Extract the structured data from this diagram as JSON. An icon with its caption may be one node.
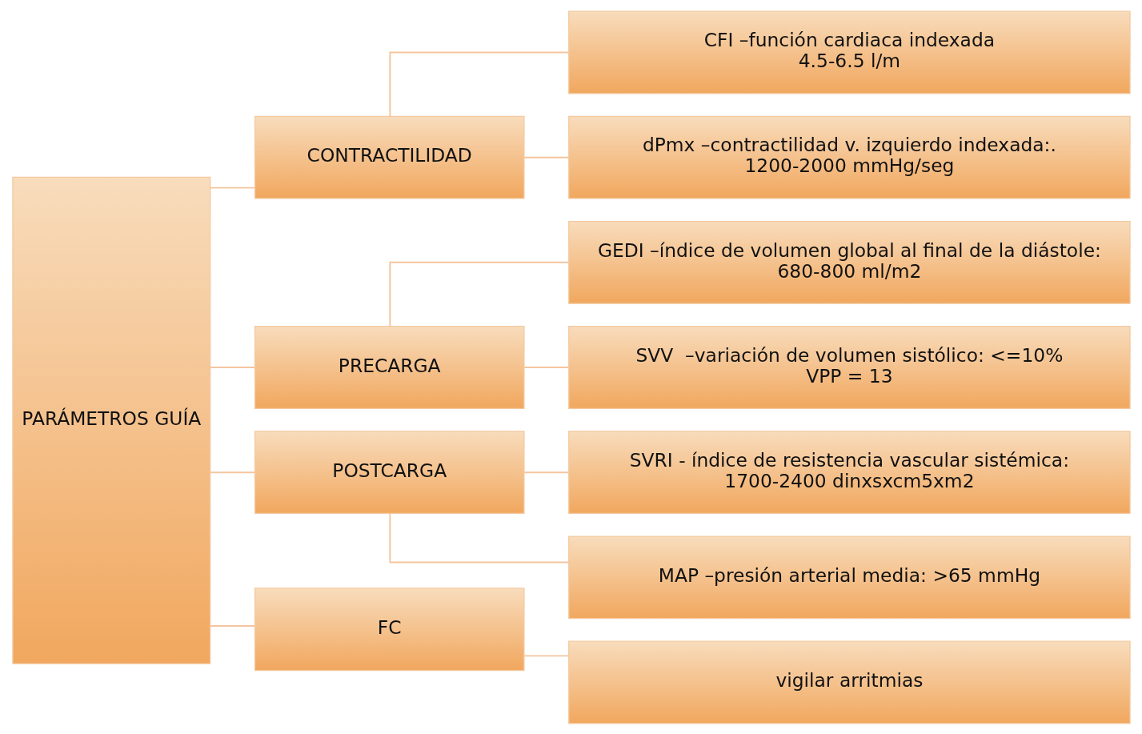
{
  "diagram": {
    "nodes": [
      {
        "text": [
          "PARÁMETROS GUÍA"
        ]
      },
      {
        "text": [
          "CONTRACTILIDAD"
        ]
      },
      {
        "text": [
          "CFI –función cardiaca indexada",
          "4.5-6.5 l/m"
        ]
      },
      {
        "text": [
          "dPmx –contractilidad v. izquierdo indexada:.",
          "1200-2000 mmHg/seg"
        ]
      },
      {
        "text": [
          "PRECARGA"
        ]
      },
      {
        "text": [
          "GEDI –índice de volumen global al final de la diástole:",
          "680-800 ml/m2"
        ]
      },
      {
        "text": [
          "SVV  –variación de volumen sistólico: <=10%",
          "VPP = 13"
        ]
      },
      {
        "text": [
          "POSTCARGA"
        ]
      },
      {
        "text": [
          "SVRI - índice de resistencia vascular sistémica:",
          "1700-2400 dinxsxcm5xm2"
        ]
      },
      {
        "text": [
          "MAP –presión arterial media: >65 mmHg"
        ]
      },
      {
        "text": [
          "FC"
        ]
      },
      {
        "text": [
          "vigilar arritmias"
        ]
      }
    ],
    "edges": [
      {
        "from": 0,
        "to": 1,
        "arrow": "none"
      },
      {
        "from": 0,
        "to": 4,
        "arrow": "none"
      },
      {
        "from": 0,
        "to": 7,
        "arrow": "none"
      },
      {
        "from": 0,
        "to": 10,
        "arrow": "none"
      },
      {
        "from": 1,
        "to": 2,
        "arrow": "none"
      },
      {
        "from": 1,
        "to": 3,
        "arrow": "none"
      },
      {
        "from": 4,
        "to": 5,
        "arrow": "none"
      },
      {
        "from": 4,
        "to": 6,
        "arrow": "none"
      },
      {
        "from": 7,
        "to": 8,
        "arrow": "none"
      },
      {
        "from": 7,
        "to": 9,
        "arrow": "none"
      },
      {
        "from": 10,
        "to": 11,
        "arrow": "none"
      }
    ]
  }
}
